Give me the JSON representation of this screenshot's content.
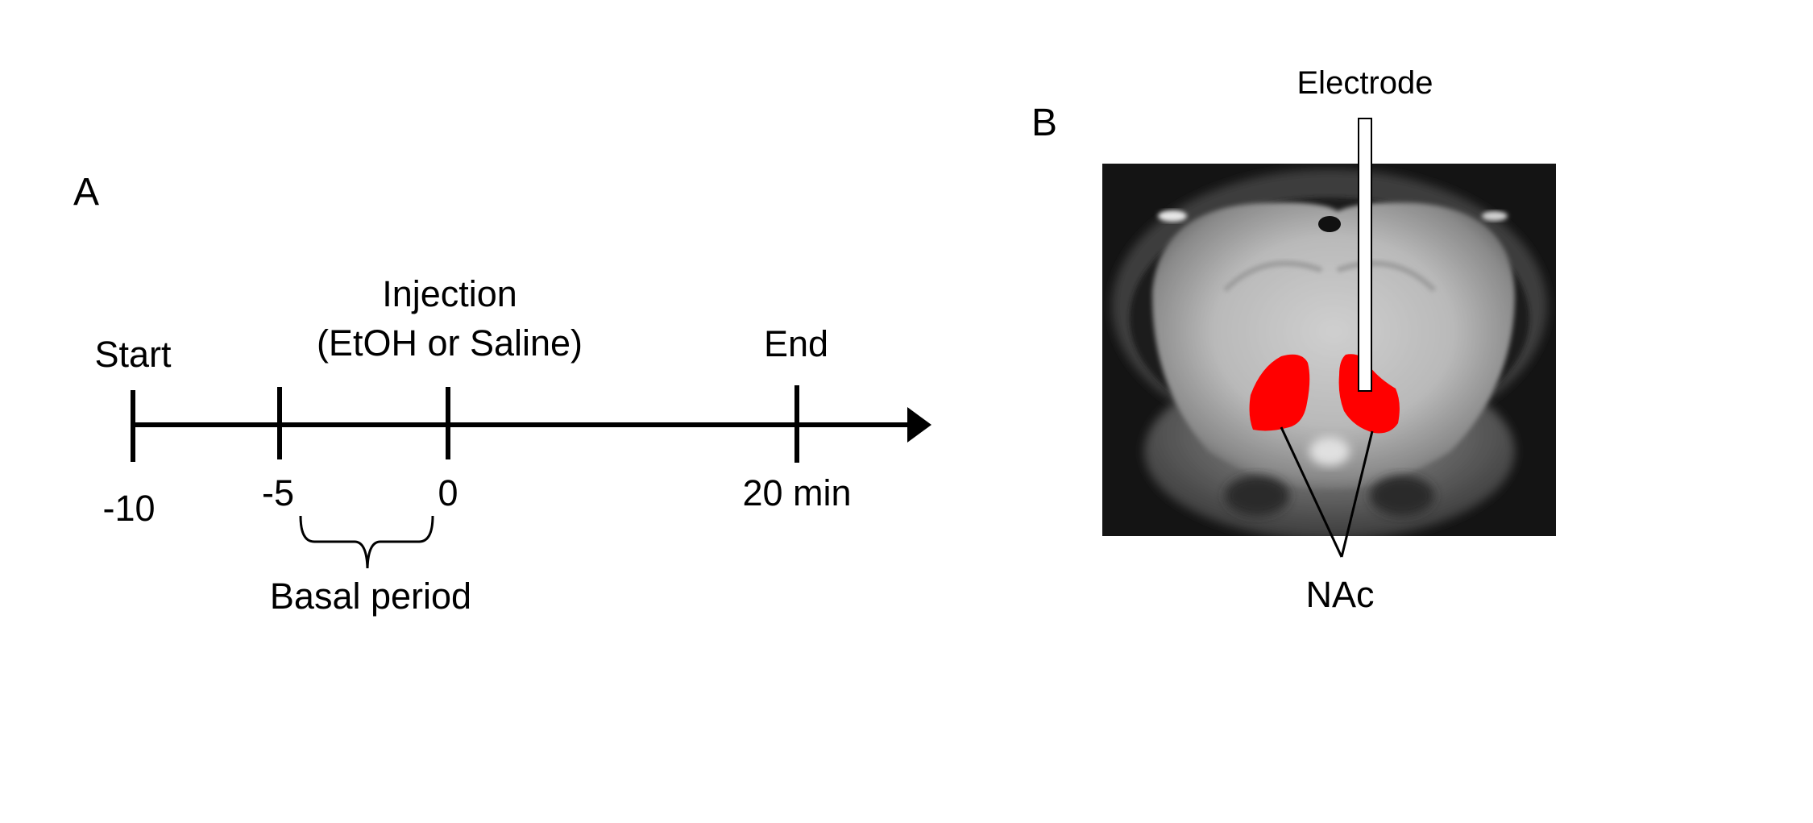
{
  "panel_a": {
    "letter": "A",
    "events": {
      "start": "Start",
      "injection_line1": "Injection",
      "injection_line2": "(EtOH or Saline)",
      "end": "End"
    },
    "ticks": [
      {
        "label": "-10"
      },
      {
        "label": "-5"
      },
      {
        "label": "0"
      },
      {
        "label": "20 min"
      }
    ],
    "brace_label": "Basal period"
  },
  "panel_b": {
    "letter": "B",
    "electrode_label": "Electrode",
    "region_label": "NAc",
    "colors": {
      "region": "#ff0000",
      "electrode_fill": "#ffffff"
    }
  }
}
